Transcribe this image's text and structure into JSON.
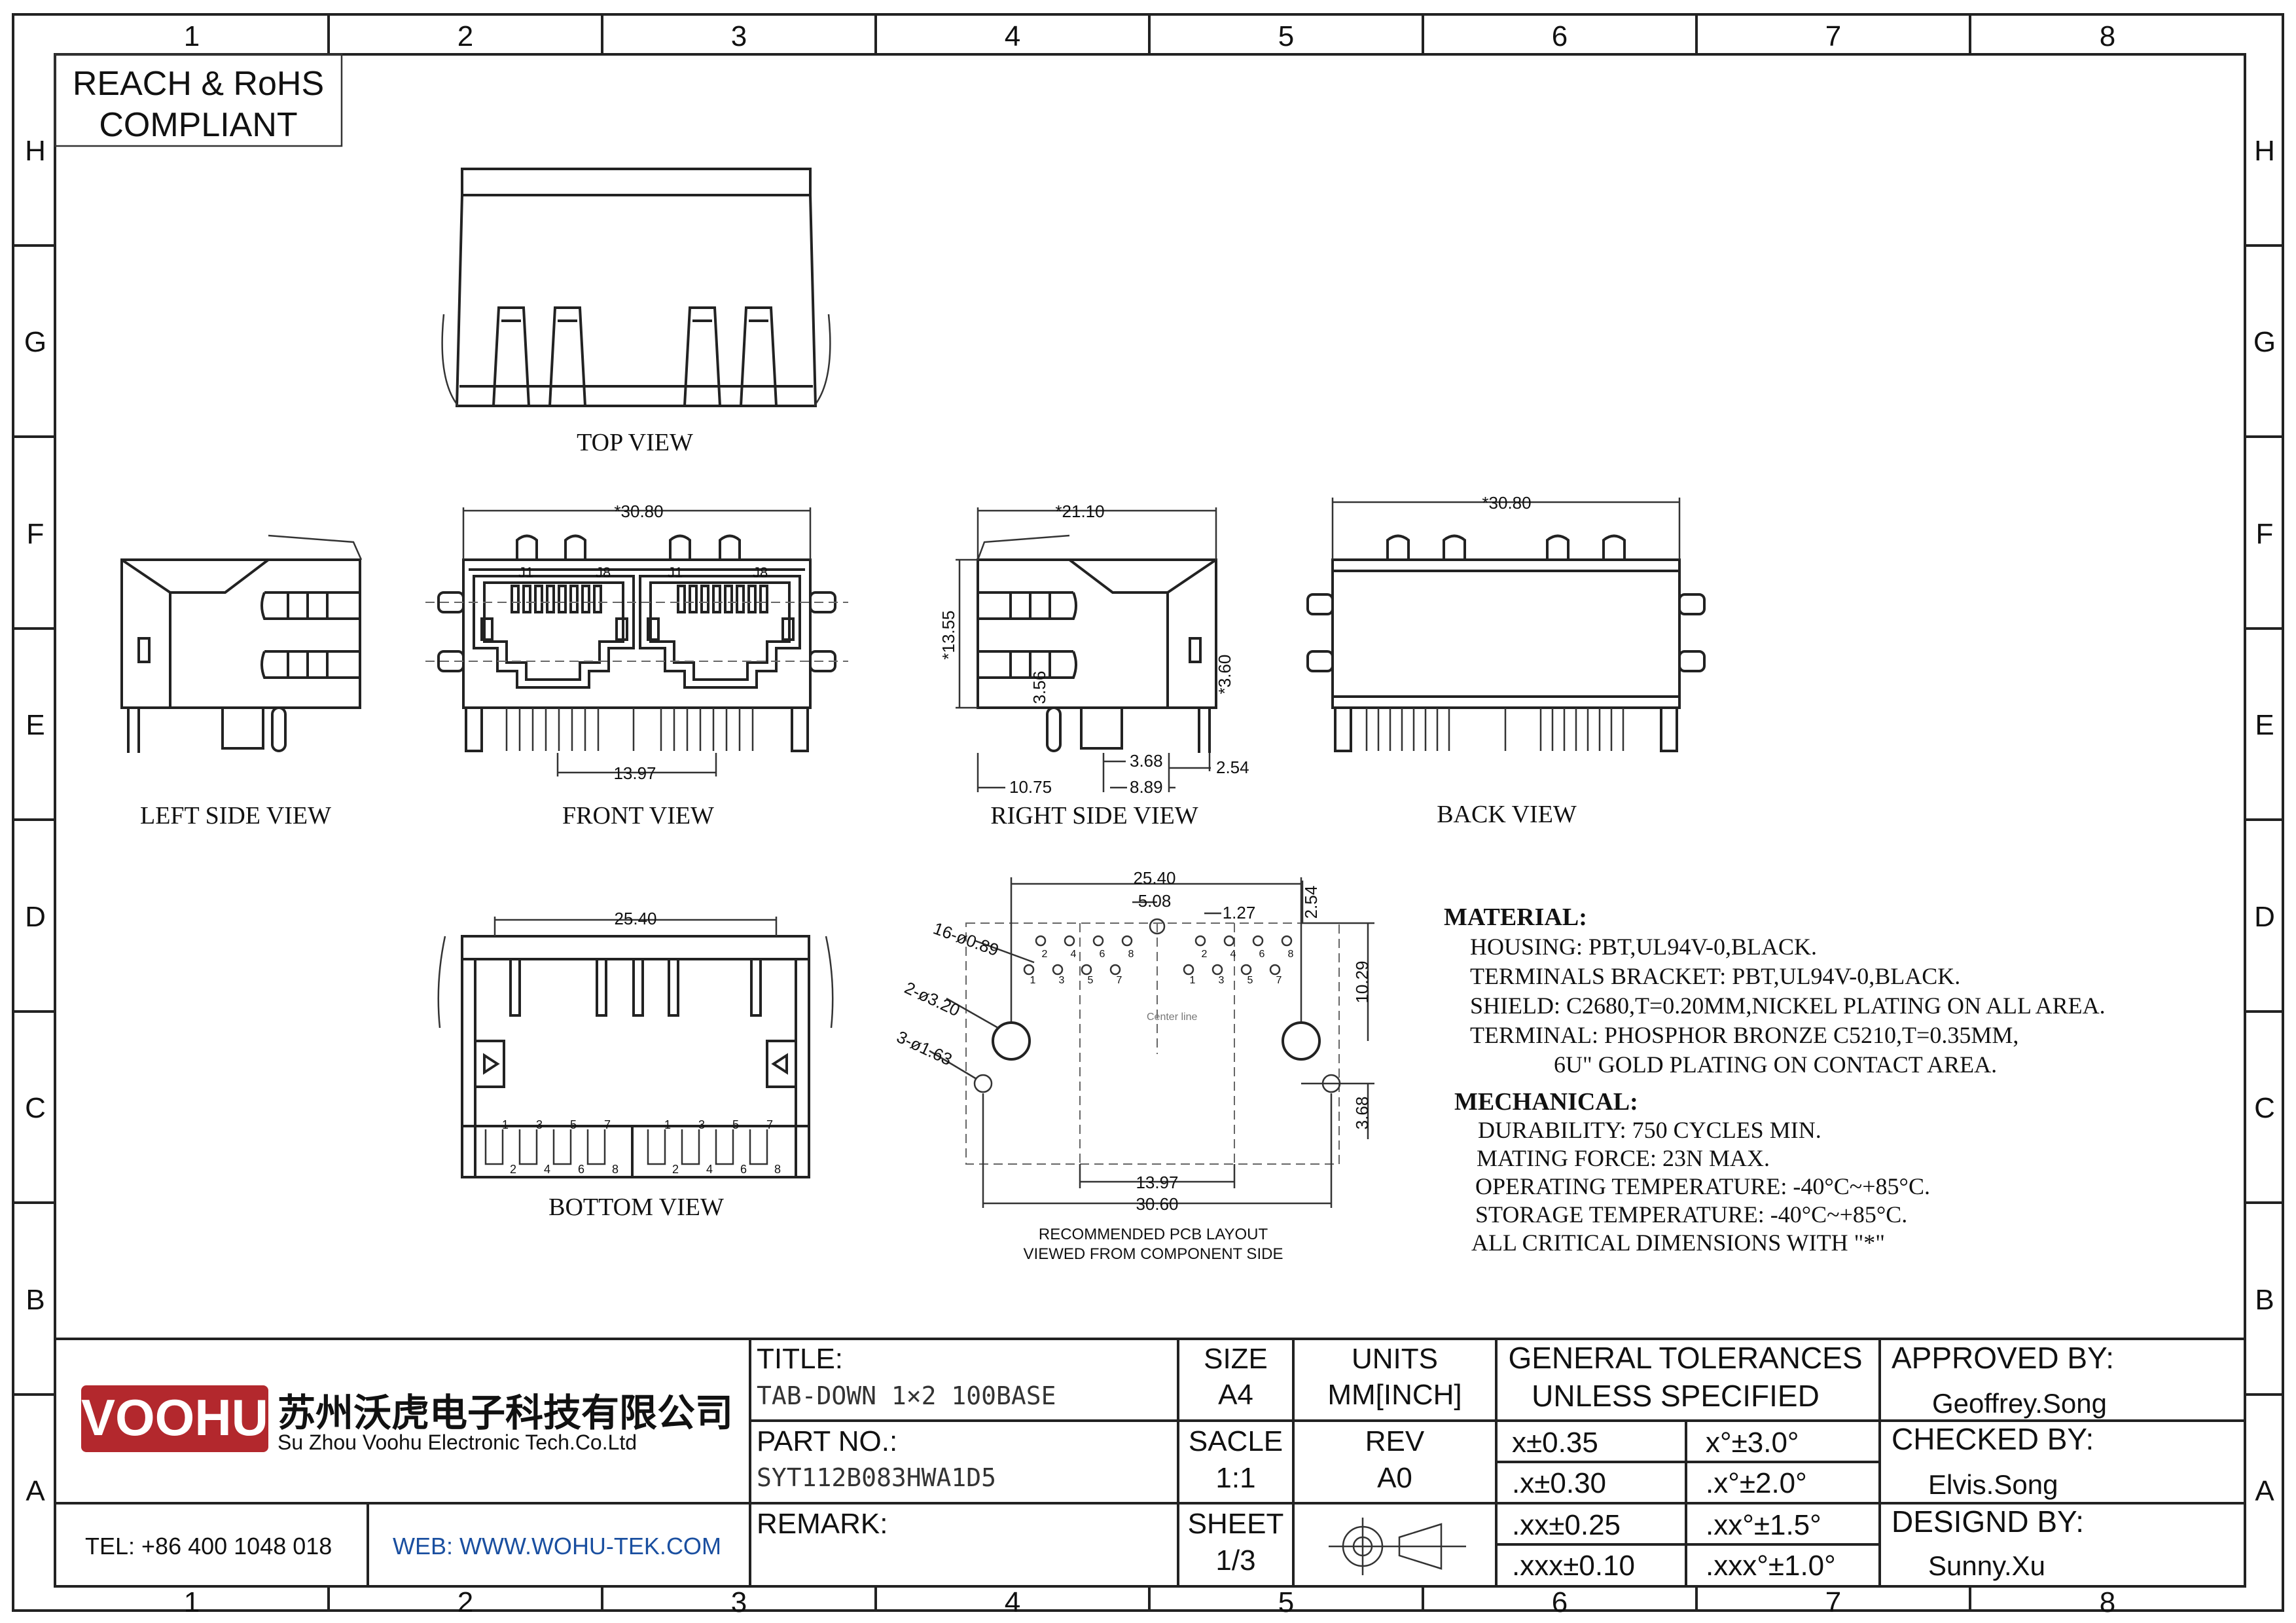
{
  "compliance": [
    "REACH & RoHS",
    "COMPLIANT"
  ],
  "zone_columns": [
    "1",
    "2",
    "3",
    "4",
    "5",
    "6",
    "7",
    "8"
  ],
  "zone_rows": [
    "H",
    "G",
    "F",
    "E",
    "D",
    "C",
    "B",
    "A"
  ],
  "views": {
    "top": "TOP VIEW",
    "left_side": "LEFT SIDE VIEW",
    "front": "FRONT VIEW",
    "right_side": "RIGHT SIDE VIEW",
    "back": "BACK VIEW",
    "bottom": "BOTTOM VIEW"
  },
  "dimensions": {
    "front_width": "*30.80",
    "front_pitch": "13.97",
    "pin_j1": "J1",
    "pin_j8": "J8",
    "right_width": "*21.10",
    "right_height": "*13.55",
    "right_3_56": "3.56",
    "right_3_60": "*3.60",
    "right_3_68": "3.68",
    "right_2_54": "2.54",
    "right_10_75": "10.75",
    "right_8_89": "8.89",
    "back_width": "*30.80",
    "bottom_width": "25.40",
    "pcb_25_40": "25.40",
    "pcb_5_08": "5.08",
    "pcb_1_27": "1.27",
    "pcb_2_54": "2.54",
    "pcb_10_29": "10.29",
    "pcb_3_68": "3.68",
    "pcb_13_97": "13.97",
    "pcb_30_60": "30.60",
    "pcb_hole_small": "16-ø0.89",
    "pcb_hole_large": "2-ø3.20",
    "pcb_hole_mid": "3-ø1.63",
    "pcb_center": "Center line"
  },
  "bottom_pins_top": [
    "1",
    "3",
    "5",
    "7",
    "1",
    "3",
    "5",
    "7"
  ],
  "bottom_pins_bottom": [
    "2",
    "4",
    "6",
    "8",
    "2",
    "4",
    "6",
    "8"
  ],
  "pcb_pins_top": [
    "2",
    "4",
    "6",
    "8",
    "2",
    "4",
    "6",
    "8"
  ],
  "pcb_pins_bottom": [
    "1",
    "3",
    "5",
    "7",
    "1",
    "3",
    "5",
    "7"
  ],
  "pcb_caption": [
    "RECOMMENDED PCB LAYOUT",
    "VIEWED FROM COMPONENT SIDE"
  ],
  "material": {
    "heading": "MATERIAL:",
    "lines": [
      "HOUSING: PBT,UL94V-0,BLACK.",
      "TERMINALS BRACKET: PBT,UL94V-0,BLACK.",
      "SHIELD: C2680,T=0.20MM,NICKEL PLATING ON ALL AREA.",
      "TERMINAL: PHOSPHOR BRONZE C5210,T=0.35MM,",
      "6U\" GOLD PLATING ON CONTACT AREA."
    ]
  },
  "mechanical": {
    "heading": "MECHANICAL:",
    "lines": [
      "DURABILITY: 750 CYCLES MIN.",
      "MATING FORCE: 23N MAX.",
      "OPERATING TEMPERATURE: -40°C~+85°C.",
      "STORAGE TEMPERATURE: -40°C~+85°C.",
      "ALL CRITICAL DIMENSIONS WITH \"*\""
    ]
  },
  "title_block": {
    "logo": "VOOHU",
    "company_cn": "苏州沃虎电子科技有限公司",
    "company_en": "Su Zhou Voohu Electronic Tech.Co.Ltd",
    "tel": "TEL: +86 400 1048 018",
    "web": "WEB: WWW.WOHU-TEK.COM",
    "title_label": "TITLE:",
    "title_value": "TAB-DOWN 1×2 100BASE",
    "part_label": "PART NO.:",
    "part_value": "SYT112B083HWA1D5",
    "remark_label": "REMARK:",
    "size_label": "SIZE",
    "size_value": "A4",
    "units_label": "UNITS",
    "units_value": "MM[INCH]",
    "scale_label": "SACLE",
    "scale_value": "1:1",
    "rev_label": "REV",
    "rev_value": "A0",
    "sheet_label": "SHEET",
    "sheet_value": "1/3",
    "tol_heading": [
      "GENERAL TOLERANCES",
      "UNLESS SPECIFIED"
    ],
    "tolerances": [
      [
        "x±0.35",
        "x°±3.0°"
      ],
      [
        ".x±0.30",
        ".x°±2.0°"
      ],
      [
        ".xx±0.25",
        ".xx°±1.5°"
      ],
      [
        ".xxx±0.10",
        ".xxx°±1.0°"
      ]
    ],
    "approved_label": "APPROVED BY:",
    "approved_value": "Geoffrey.Song",
    "checked_label": "CHECKED BY:",
    "checked_value": "Elvis.Song",
    "designed_label": "DESIGND BY:",
    "designed_value": "Sunny.Xu"
  },
  "colors": {
    "logo_red": "#b3282d",
    "web_blue": "#1a4fa0",
    "line": "#222222"
  }
}
